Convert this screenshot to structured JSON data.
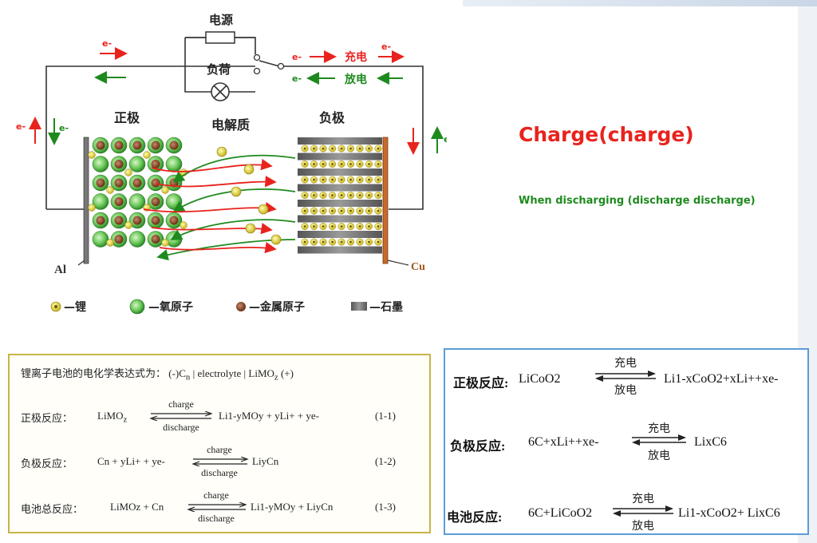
{
  "circuit": {
    "power_source": "电源",
    "load": "负荷",
    "charge": "充电",
    "discharge": "放电",
    "electron": "e-"
  },
  "cell": {
    "positive": "正极",
    "electrolyte": "电解质",
    "negative": "负极",
    "al": "Al",
    "cu": "Cu"
  },
  "legend": {
    "lithium": "—锂",
    "oxygen": "—氧原子",
    "metal": "—金属原子",
    "graphite": "—石墨"
  },
  "annotations": {
    "charge_title": "Charge(charge)",
    "discharge_note": "When discharging (discharge discharge)"
  },
  "colors": {
    "charge_red": "#e8231e",
    "discharge_green": "#1e8a1e",
    "left_box_border": "#c8b445",
    "right_box_border": "#5c9bd6"
  },
  "left_equations": {
    "header": "锂离子电池的电化学表达式为：  (-)C",
    "header_sub": "n",
    "header_rest": " | electrolyte | LiMO",
    "header_sub2": "z",
    "header_end": " (+)",
    "rows": [
      {
        "label": "正极反应：",
        "lhs": "LiMO",
        "lhs_sub": "z",
        "top": "charge",
        "bottom": "discharge",
        "rhs": "Li1-yMOy + yLi+ + ye-",
        "num": "(1-1)"
      },
      {
        "label": "负极反应：",
        "lhs": "Cn + yLi+ + ye-",
        "lhs_sub": "",
        "top": "charge",
        "bottom": "discharge",
        "rhs": "LiyCn",
        "num": "(1-2)"
      },
      {
        "label": "电池总反应：",
        "lhs": "LiMOz + Cn",
        "lhs_sub": "",
        "top": "charge",
        "bottom": "discharge",
        "rhs": "Li1-yMOy + LiyCn",
        "num": "(1-3)"
      }
    ]
  },
  "right_equations": {
    "rows": [
      {
        "label": "正极反应:",
        "lhs": "LiCoO2",
        "top": "充电",
        "bottom": "放电",
        "rhs": "Li1-xCoO2+xLi++xe-"
      },
      {
        "label": "负极反应:",
        "lhs": "6C+xLi++xe-",
        "top": "充电",
        "bottom": "放电",
        "rhs": "LixC6"
      },
      {
        "label": "电池反应:",
        "lhs": "6C+LiCoO2",
        "top": "充电",
        "bottom": "放电",
        "rhs": "Li1-xCoO2+ LixC6"
      }
    ]
  }
}
